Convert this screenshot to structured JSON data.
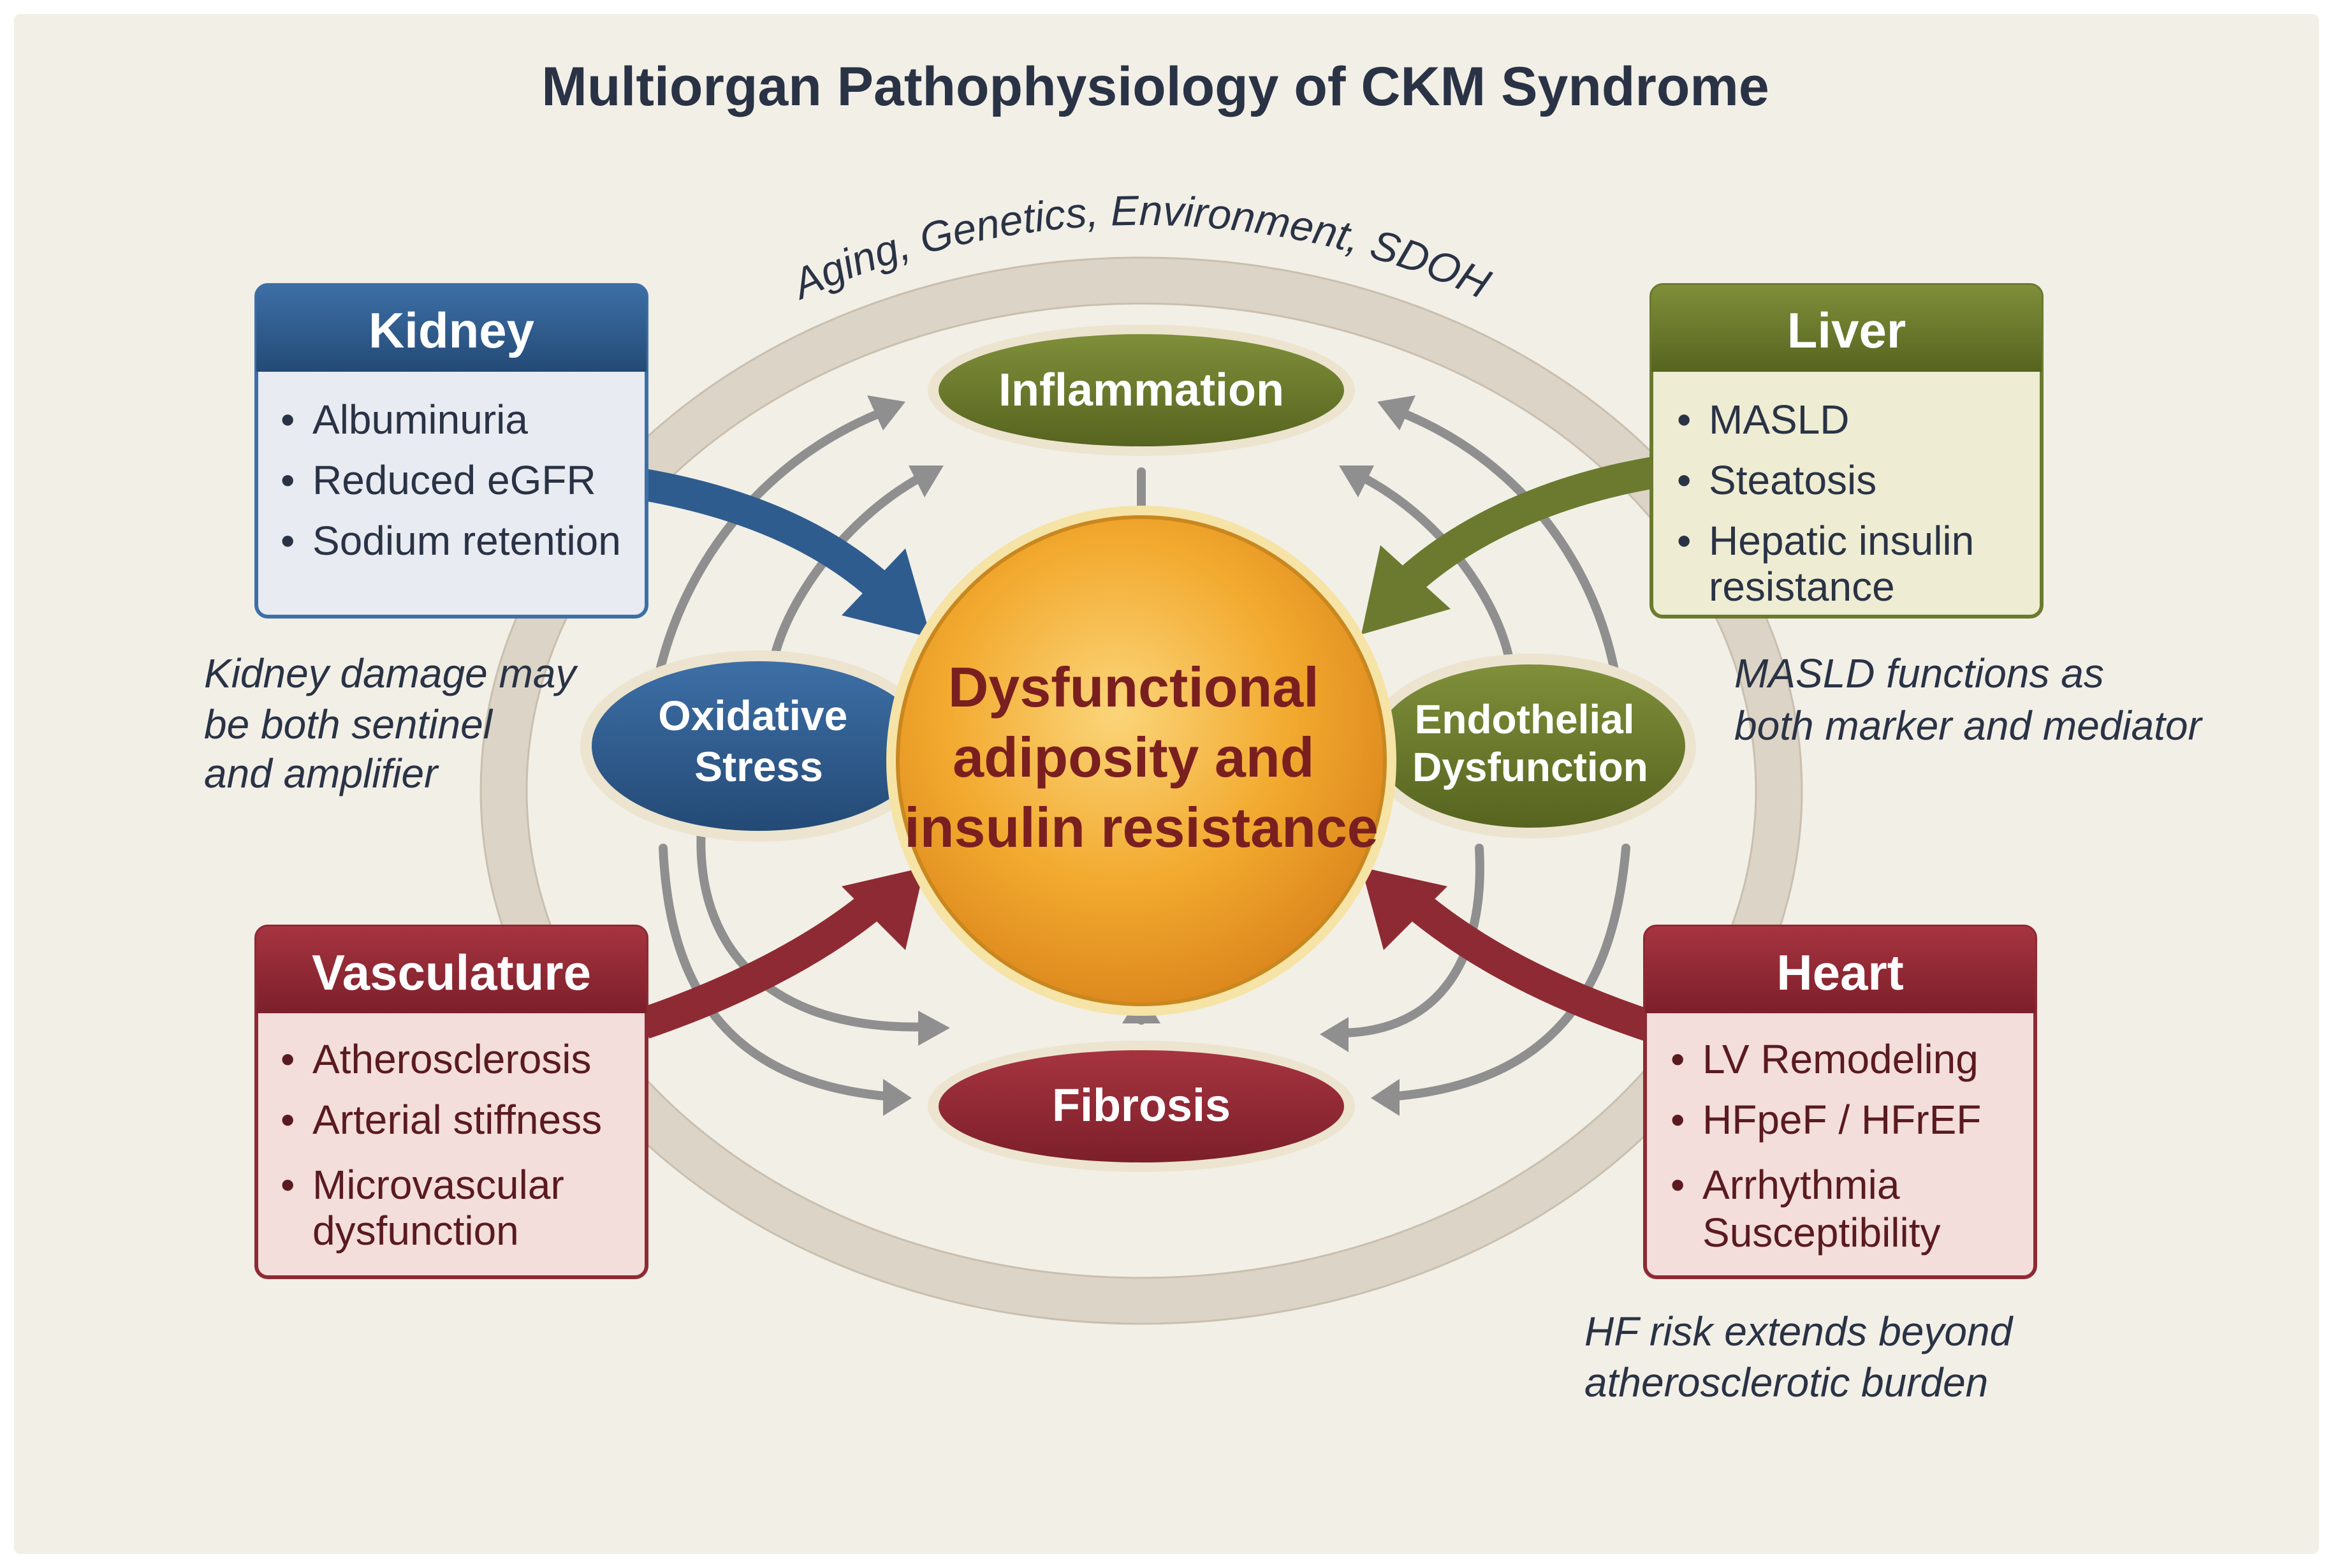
{
  "title": "Multiorgan Pathophysiology of CKM Syndrome",
  "ring_label": "Aging, Genetics, Environment, SDOH",
  "center": {
    "lines": [
      "Dysfunctional",
      "adiposity and",
      "insulin resistance"
    ]
  },
  "mechanisms": {
    "inflammation": [
      "Inflammation"
    ],
    "oxidative_stress": [
      "Oxidative",
      "Stress"
    ],
    "endothelial": [
      "Endothelial",
      "Dysfunction"
    ],
    "fibrosis": [
      "Fibrosis"
    ]
  },
  "organs": {
    "kidney": {
      "title": "Kidney",
      "bullets": [
        [
          "Albuminuria"
        ],
        [
          "Reduced eGFR"
        ],
        [
          "Sodium retention"
        ]
      ]
    },
    "liver": {
      "title": "Liver",
      "bullets": [
        [
          "MASLD"
        ],
        [
          "Steatosis"
        ],
        [
          "Hepatic insulin",
          "resistance"
        ]
      ]
    },
    "vasculature": {
      "title": "Vasculature",
      "bullets": [
        [
          "Atherosclerosis"
        ],
        [
          "Arterial stiffness"
        ],
        [
          "Microvascular",
          "dysfunction"
        ]
      ]
    },
    "heart": {
      "title": "Heart",
      "bullets": [
        [
          "LV Remodeling"
        ],
        [
          "HFpeF / HFrEF"
        ],
        [
          "Arrhythmia",
          "Susceptibility"
        ]
      ]
    }
  },
  "notes": {
    "kidney": [
      "Kidney damage may",
      "be both sentinel",
      "and amplifier"
    ],
    "liver": [
      "MASLD functions as",
      "both marker and mediator"
    ],
    "heart": [
      "HF risk extends beyond",
      "atherosclerotic burden"
    ]
  },
  "colors": {
    "background": "#f2efe7",
    "kidney_blue": "#2f5c8e",
    "liver_green": "#6b7a2e",
    "heart_red": "#8e2a33",
    "center_orange": "#f0a52a",
    "text_dark": "#2a3345",
    "center_text": "#7a1f1f",
    "gray_arrow": "#8f8f8f"
  }
}
